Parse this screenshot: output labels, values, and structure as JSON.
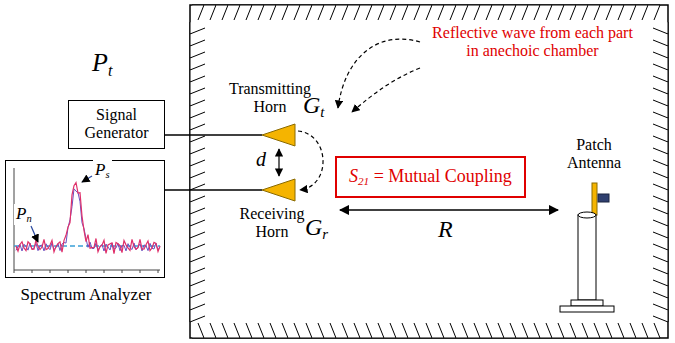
{
  "diagram": {
    "nodes": [
      {
        "text": [
          "Signal Generator"
        ]
      },
      {
        "text": [
          "Spectrum Analyzer"
        ]
      },
      {
        "text": [
          "S21 = Mutual Coupling"
        ]
      }
    ],
    "labels": [
      "Pt",
      "Transmitting Horn",
      "Gt",
      "Reflective wave from each part in anechoic chamber",
      "d",
      "Patch Antenna",
      "Pn",
      "Ps",
      "Receiving Horn",
      "Gr",
      "R"
    ]
  }
}
